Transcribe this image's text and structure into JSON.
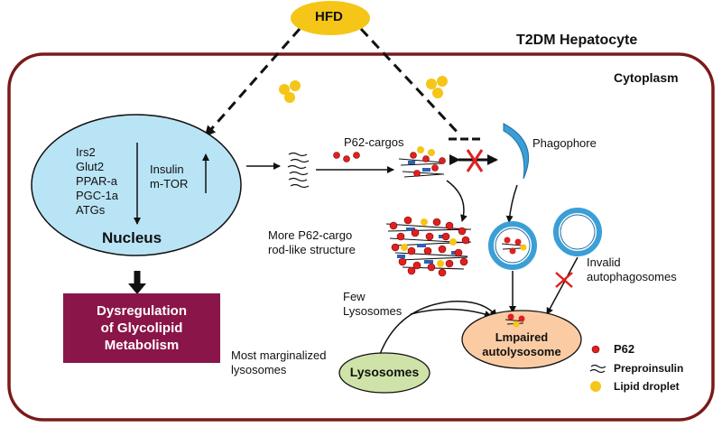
{
  "trigger": {
    "label": "HFD"
  },
  "cell": {
    "title": "T2DM Hepatocyte",
    "compartment": "Cytoplasm"
  },
  "nucleus": {
    "label": "Nucleus",
    "genes": [
      "Irs2",
      "Glut2",
      "PPAR-a",
      "PGC-1a",
      "ATGs"
    ],
    "up_genes": [
      "Insulin",
      "m-TOR"
    ]
  },
  "outcome": {
    "lines": [
      "Dysregulation",
      "of Glycolipid",
      "Metabolism"
    ]
  },
  "labels": {
    "p62_cargos": "P62-cargos",
    "phagophore": "Phagophore",
    "more_cargo": [
      "More P62-cargo",
      "rod-like structure"
    ],
    "invalid_auto": [
      "Invalid",
      "autophagosomes"
    ],
    "few_lysosomes": [
      "Few",
      "Lysosomes"
    ],
    "impaired": [
      "Lmpaired",
      "autolysosome"
    ],
    "marginalized": [
      "Most marginalized",
      "lysosomes"
    ],
    "lysosomes": "Lysosomes"
  },
  "legend": {
    "p62": "P62",
    "preproinsulin": "Preproinsulin",
    "lipid_droplet": "Lipid droplet"
  },
  "colors": {
    "hfd": "#f5c518",
    "cell_border": "#7a1a1a",
    "nucleus": "#b9e4f5",
    "outcome_box": "#8a1548",
    "autophagosome": "#3b9fd6",
    "autolysosome": "#fbcca4",
    "lysosome": "#cfe3a8",
    "p62": "#e02020",
    "lipid": "#f5c518",
    "block": "#e02020"
  }
}
